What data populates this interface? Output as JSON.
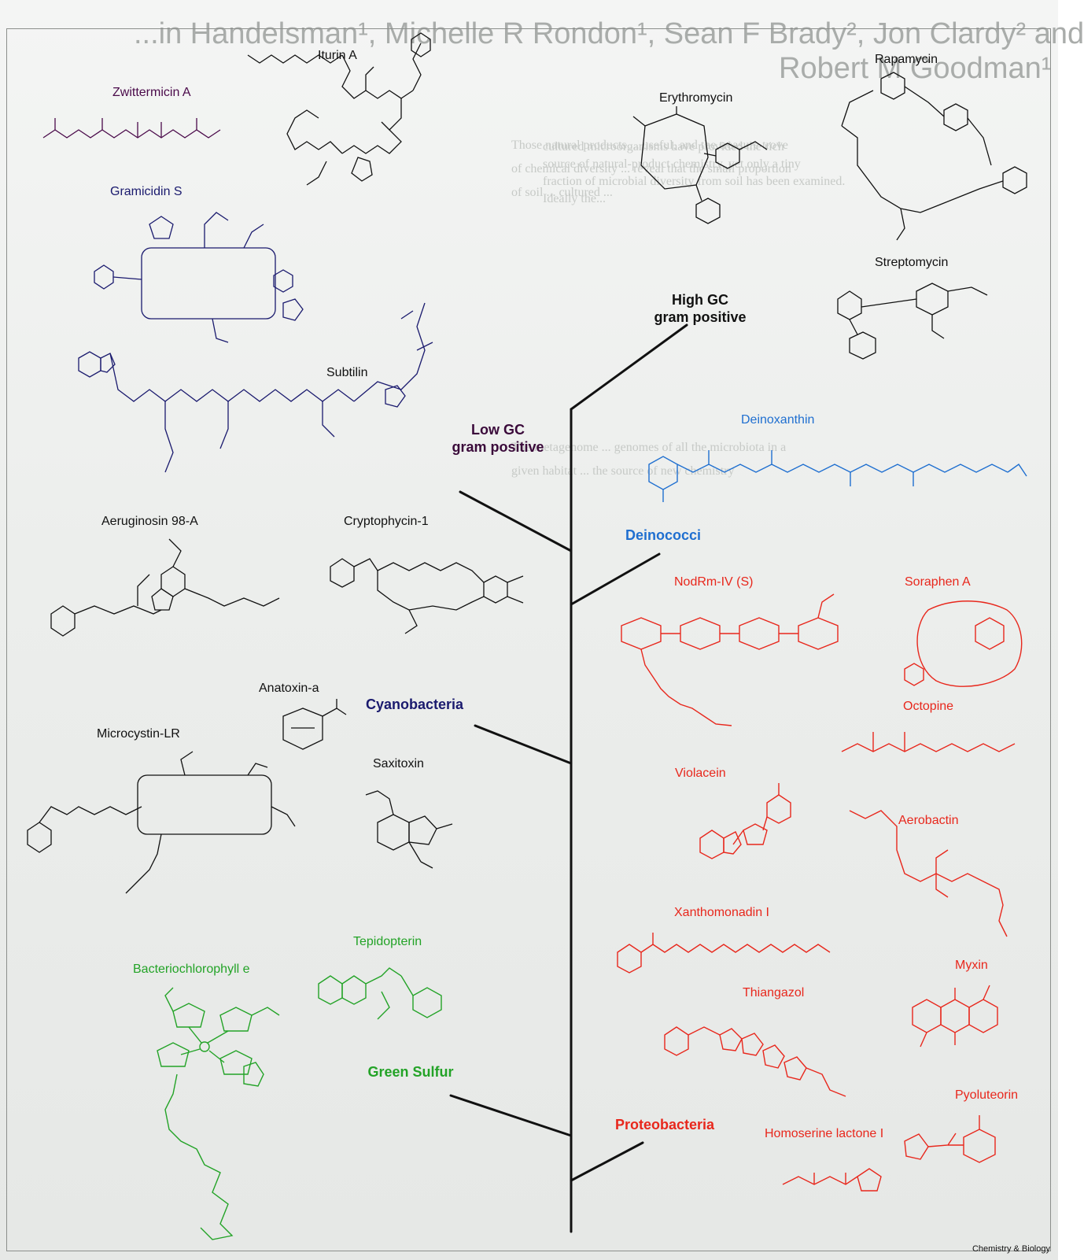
{
  "header": {
    "authors_line1": "...in Handelsman¹, Michelle R Rondon¹, Sean F Brady², Jon Clardy² and",
    "authors_line2": "Robert M Goodman¹"
  },
  "colors": {
    "firmicutes": "#1a1a6e",
    "actinobacteria": "#111111",
    "deinococci": "#1f6fd0",
    "cyanobacteria": "#1a1a6e",
    "proteobacteria": "#e8271c",
    "green_sulfur": "#23a327",
    "tree": "#111111"
  },
  "tree": {
    "groups": [
      {
        "label": "High GC\ngram positive",
        "color": "#111111"
      },
      {
        "label": "Low GC\ngram positive",
        "color": "#3a0a3a"
      },
      {
        "label": "Deinococci",
        "color": "#1f6fd0"
      },
      {
        "label": "Cyanobacteria",
        "color": "#1a1a6e"
      },
      {
        "label": "Green Sulfur",
        "color": "#23a327"
      },
      {
        "label": "Proteobacteria",
        "color": "#e8271c"
      }
    ]
  },
  "molecules": {
    "iturin_a": "Iturin A",
    "zwittermicin_a": "Zwittermicin A",
    "gramicidin_s": "Gramicidin S",
    "subtilin": "Subtilin",
    "erythromycin": "Erythromycin",
    "rapamycin": "Rapamycin",
    "streptomycin": "Streptomycin",
    "deinoxanthin": "Deinoxanthin",
    "aeruginosin": "Aeruginosin 98-A",
    "cryptophycin": "Cryptophycin-1",
    "anatoxin": "Anatoxin-a",
    "microcystin": "Microcystin-LR",
    "saxitoxin": "Saxitoxin",
    "nodrm": "NodRm-IV (S)",
    "soraphen": "Soraphen A",
    "octopine": "Octopine",
    "violacein": "Violacein",
    "aerobactin": "Aerobactin",
    "xanthomonadin": "Xanthomonadin I",
    "tepidopterin": "Tepidopterin",
    "bacteriochlorophyll": "Bacteriochlorophyll e",
    "myxin": "Myxin",
    "thiangazol": "Thiangazol",
    "pyoluteorin": "Pyoluteorin",
    "homoserine": "Homoserine lactone I"
  },
  "background_text": [
    "cultured microorganisms have provided the rich",
    "source of natural-product chemistry, yet only a tiny",
    "fraction of microbial diversity from soil has been examined.",
    "Ideally the...",
    "Those natural products ... useful, and the treasure trove",
    "of chemical diversity ... reveal that the small proportion",
    "of soil ... cultured ...",
    "The metagenome ... genomes of all the microbiota in a",
    "given habitat ... the source of new chemistry"
  ],
  "credit": "Chemistry & Biology"
}
